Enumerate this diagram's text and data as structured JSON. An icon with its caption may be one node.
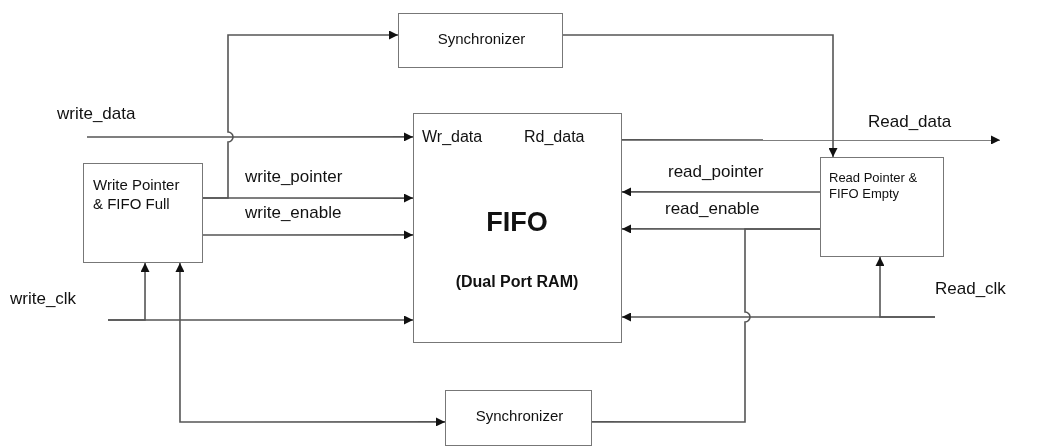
{
  "diagram": {
    "nodes": [
      {
        "text": [
          "Synchronizer"
        ]
      },
      {
        "text": [
          "Write Pointer & FIFO Full"
        ]
      },
      {
        "text": [
          "Wr_data",
          "Rd_data",
          "FIFO",
          "(Dual Port RAM)"
        ]
      },
      {
        "text": [
          "Read Pointer & FIFO Empty"
        ]
      },
      {
        "text": [
          "Synchronizer"
        ]
      }
    ],
    "edges": [
      {
        "from": null,
        "to": 2,
        "label": "write_data",
        "arrow": "to"
      },
      {
        "from": 1,
        "to": 0,
        "arrow": "to"
      },
      {
        "from": 1,
        "to": 2,
        "label": "write_pointer",
        "arrow": "to"
      },
      {
        "from": 1,
        "to": 2,
        "label": "write_enable",
        "arrow": "to"
      },
      {
        "from": null,
        "to": 2,
        "label": "write_clk",
        "arrow": "to"
      },
      {
        "from": null,
        "to": 1,
        "arrow": "to"
      },
      {
        "from": 0,
        "to": 3,
        "arrow": "to"
      },
      {
        "from": 2,
        "to": null,
        "label": "Read_data",
        "arrow": "to"
      },
      {
        "from": 3,
        "to": 2,
        "label": "read_pointer",
        "arrow": "to"
      },
      {
        "from": 3,
        "to": 2,
        "label": "read_enable",
        "arrow": "to"
      },
      {
        "from": null,
        "to": 2,
        "label": "Read_clk",
        "arrow": "to"
      },
      {
        "from": null,
        "to": 3,
        "arrow": "to"
      },
      {
        "from": 3,
        "to": 4,
        "arrow": "none"
      },
      {
        "from": 4,
        "to": 1,
        "arrow": "both"
      }
    ]
  }
}
